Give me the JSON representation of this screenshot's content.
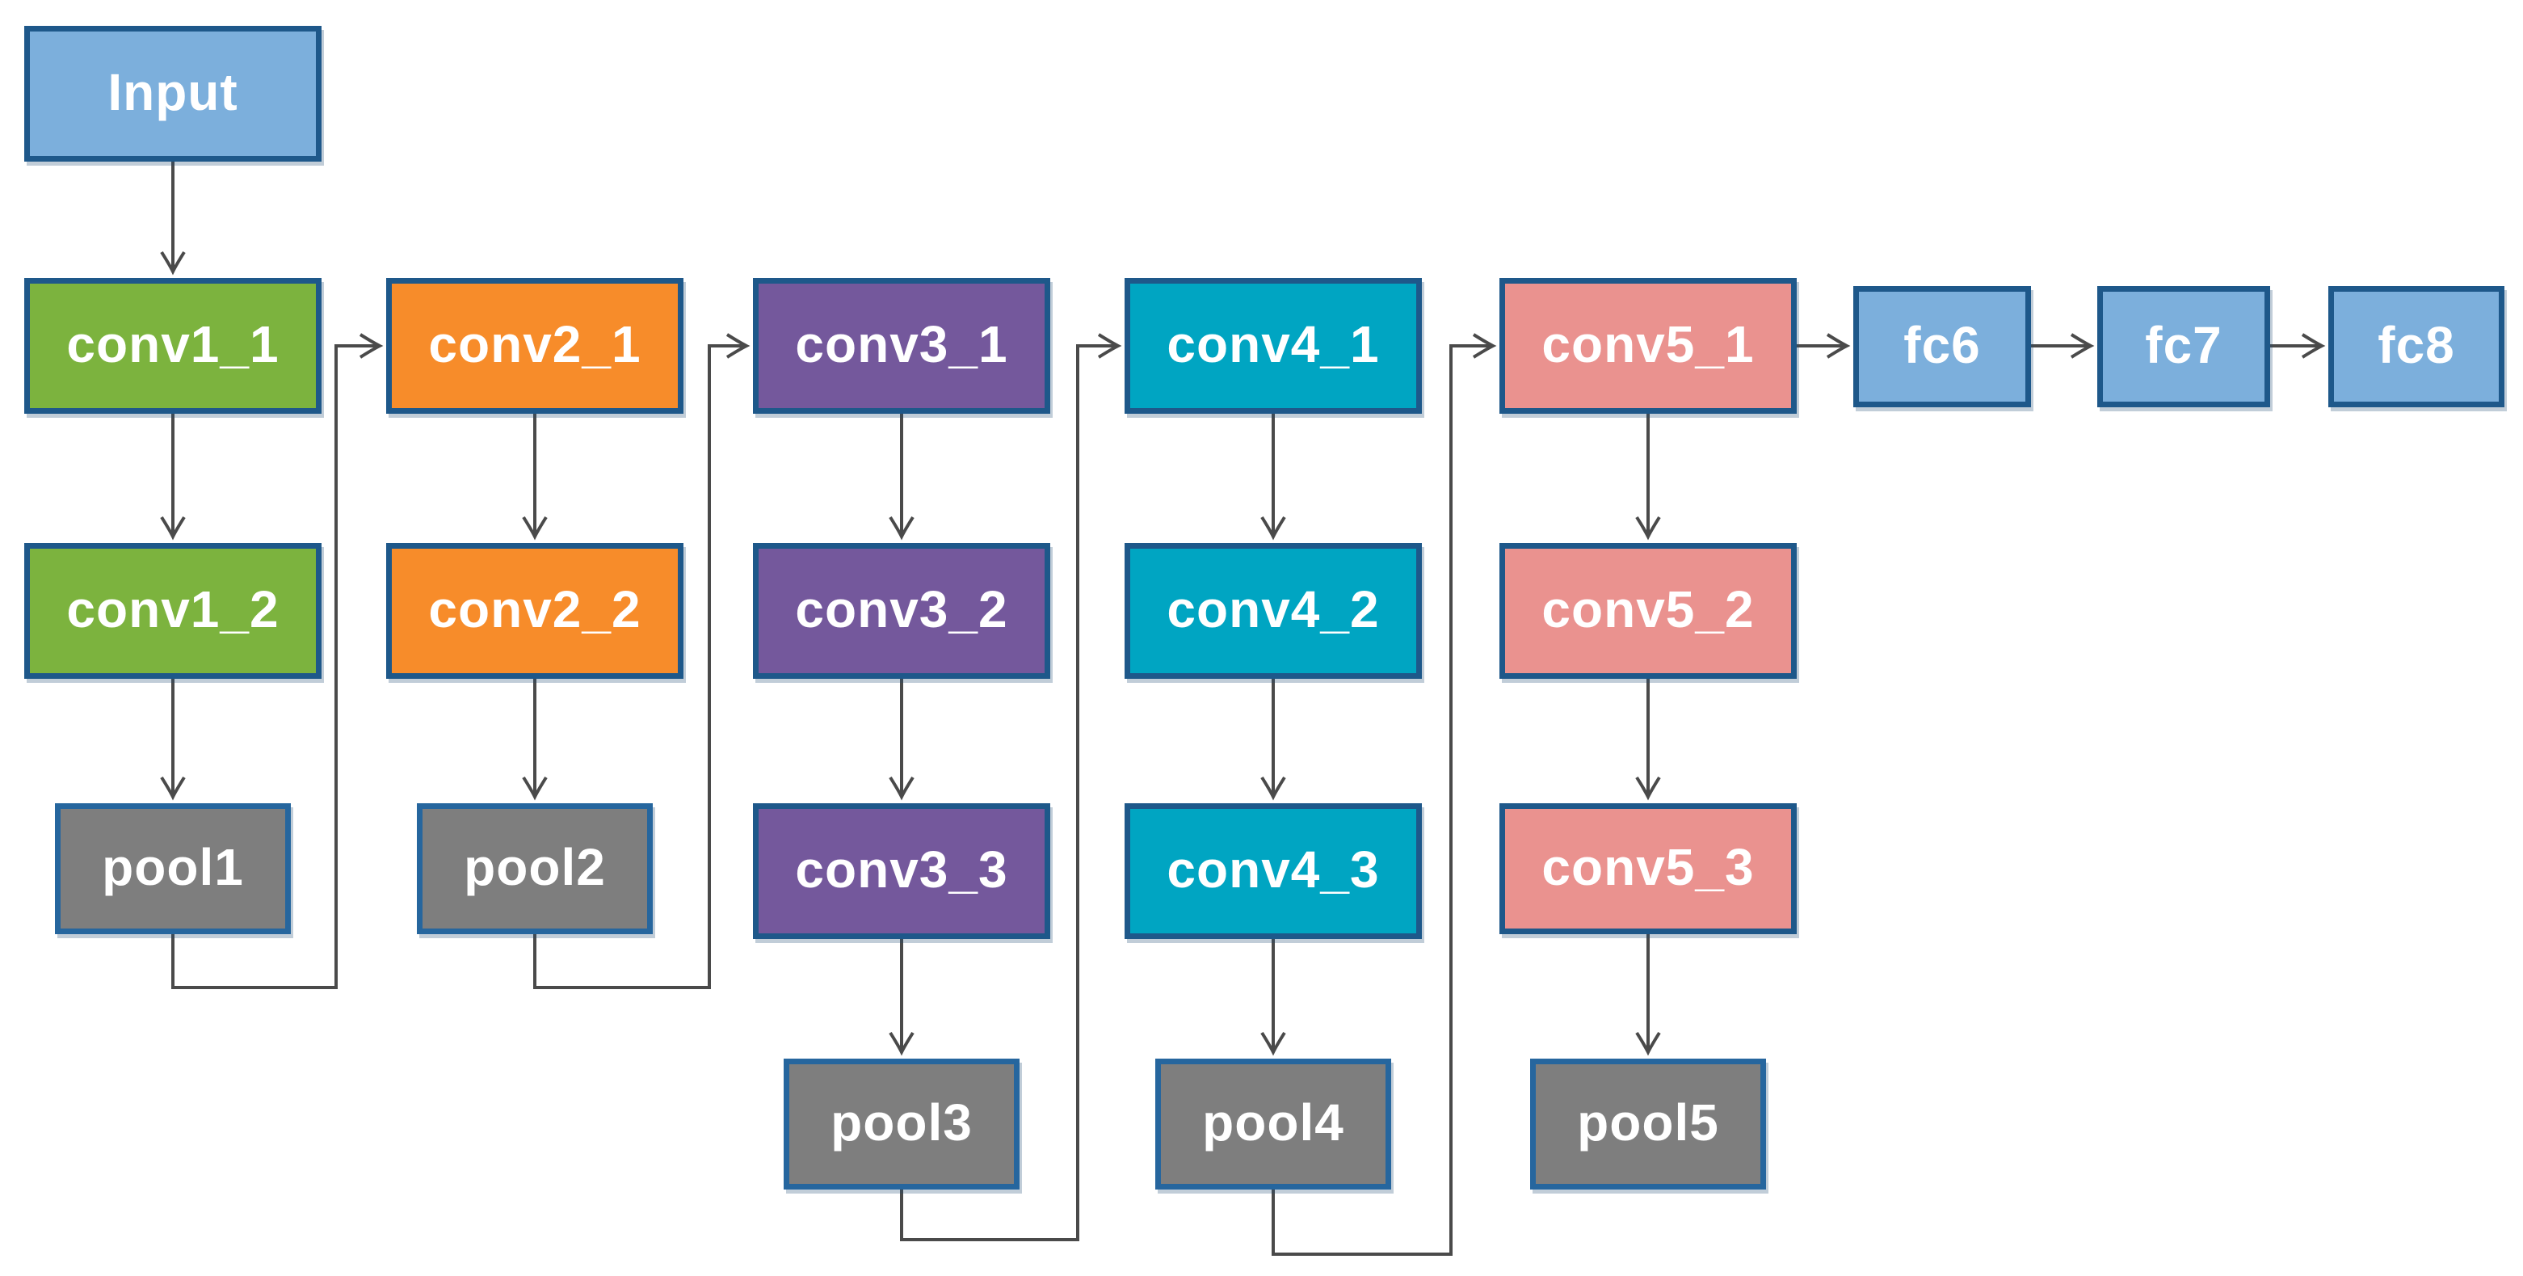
{
  "diagram": {
    "type": "flowchart",
    "description": "Convolutional neural network (VGG-16 style) layer flow diagram",
    "nodes": {
      "input": {
        "label": "Input",
        "group": "input"
      },
      "conv1_1": {
        "label": "conv1_1",
        "group": "stage1"
      },
      "conv1_2": {
        "label": "conv1_2",
        "group": "stage1"
      },
      "pool1": {
        "label": "pool1",
        "group": "pool"
      },
      "conv2_1": {
        "label": "conv2_1",
        "group": "stage2"
      },
      "conv2_2": {
        "label": "conv2_2",
        "group": "stage2"
      },
      "pool2": {
        "label": "pool2",
        "group": "pool"
      },
      "conv3_1": {
        "label": "conv3_1",
        "group": "stage3"
      },
      "conv3_2": {
        "label": "conv3_2",
        "group": "stage3"
      },
      "conv3_3": {
        "label": "conv3_3",
        "group": "stage3"
      },
      "pool3": {
        "label": "pool3",
        "group": "pool"
      },
      "conv4_1": {
        "label": "conv4_1",
        "group": "stage4"
      },
      "conv4_2": {
        "label": "conv4_2",
        "group": "stage4"
      },
      "conv4_3": {
        "label": "conv4_3",
        "group": "stage4"
      },
      "pool4": {
        "label": "pool4",
        "group": "pool"
      },
      "conv5_1": {
        "label": "conv5_1",
        "group": "stage5"
      },
      "conv5_2": {
        "label": "conv5_2",
        "group": "stage5"
      },
      "conv5_3": {
        "label": "conv5_3",
        "group": "stage5"
      },
      "pool5": {
        "label": "pool5",
        "group": "pool"
      },
      "fc6": {
        "label": "fc6",
        "group": "fc"
      },
      "fc7": {
        "label": "fc7",
        "group": "fc"
      },
      "fc8": {
        "label": "fc8",
        "group": "fc"
      }
    },
    "edges": [
      {
        "from": "input",
        "to": "conv1_1"
      },
      {
        "from": "conv1_1",
        "to": "conv1_2"
      },
      {
        "from": "conv1_2",
        "to": "pool1"
      },
      {
        "from": "pool1",
        "to": "conv2_1"
      },
      {
        "from": "conv2_1",
        "to": "conv2_2"
      },
      {
        "from": "conv2_2",
        "to": "pool2"
      },
      {
        "from": "pool2",
        "to": "conv3_1"
      },
      {
        "from": "conv3_1",
        "to": "conv3_2"
      },
      {
        "from": "conv3_2",
        "to": "conv3_3"
      },
      {
        "from": "conv3_3",
        "to": "pool3"
      },
      {
        "from": "pool3",
        "to": "conv4_1"
      },
      {
        "from": "conv4_1",
        "to": "conv4_2"
      },
      {
        "from": "conv4_2",
        "to": "conv4_3"
      },
      {
        "from": "conv4_3",
        "to": "pool4"
      },
      {
        "from": "pool4",
        "to": "conv5_1"
      },
      {
        "from": "conv5_1",
        "to": "conv5_2"
      },
      {
        "from": "conv5_2",
        "to": "conv5_3"
      },
      {
        "from": "conv5_3",
        "to": "pool5"
      },
      {
        "from": "conv5_1",
        "to": "fc6"
      },
      {
        "from": "fc6",
        "to": "fc7"
      },
      {
        "from": "fc7",
        "to": "fc8"
      }
    ],
    "colors": {
      "input": "#7cafdc",
      "stage1": "#7cb33e",
      "stage2": "#f78c2a",
      "stage3": "#74589c",
      "stage4": "#00a5c2",
      "stage5": "#ea928f",
      "pool": "#7e7e7e",
      "fc": "#7cafdc",
      "border": "#1e588a",
      "pool_border": "#26669e",
      "arrow": "#4a4a4a",
      "label": "#ffffff",
      "background": "#ffffff"
    }
  }
}
